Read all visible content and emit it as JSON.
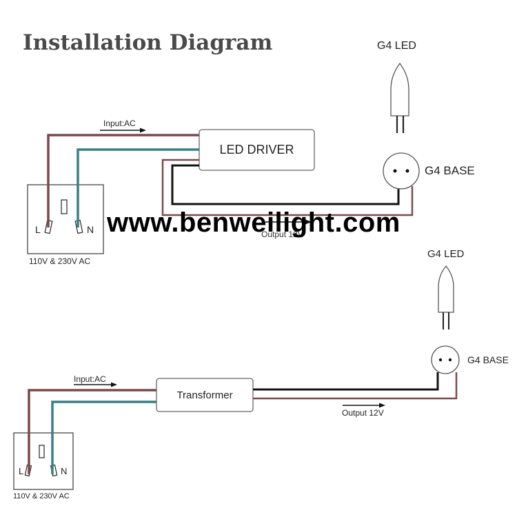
{
  "title": "Installation Diagram",
  "watermark": "www.benweilight.com",
  "diagram_top": {
    "led_label": "G4 LED",
    "base_label": "G4 BASE",
    "driver_label": "LED DRIVER",
    "input_label": "Input:AC",
    "output_label": "Output 12V",
    "socket_label": "110V & 230V AC",
    "live": "L",
    "neutral": "N"
  },
  "diagram_bottom": {
    "led_label": "G4 LED",
    "base_label": "G4 BASE",
    "driver_label": "Transformer",
    "input_label": "Input:AC",
    "output_label": "Output 12V",
    "socket_label": "110V & 230V AC",
    "live": "L",
    "neutral": "N"
  },
  "colors": {
    "live_wire": "#7a4a4a",
    "neutral_wire": "#3a7f85",
    "dc_wire": "#111111",
    "title": "#4a4a4a"
  }
}
